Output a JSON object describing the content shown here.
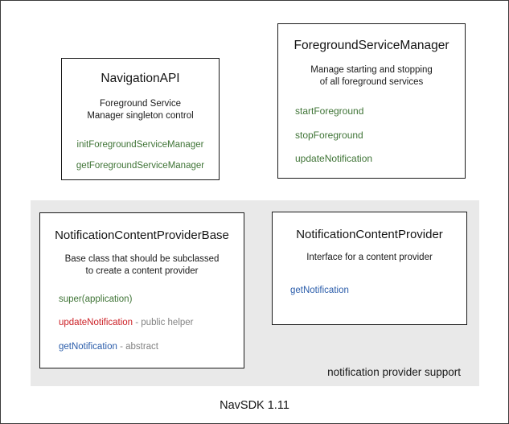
{
  "diagram": {
    "footer_caption": "NavSDK 1.11",
    "group_panel": {
      "label": "notification provider support"
    },
    "boxes": [
      {
        "title": "NavigationAPI",
        "description_line1": "Foreground Service",
        "description_line2": "Manager singleton control",
        "members": [
          {
            "name": "initForegroundServiceManager",
            "note": "",
            "color": "#3f7436"
          },
          {
            "name": "getForegroundServiceManager",
            "note": "",
            "color": "#3f7436"
          }
        ]
      },
      {
        "title": "ForegroundServiceManager",
        "description_line1": "Manage starting and stopping",
        "description_line2": "of all foreground services",
        "members": [
          {
            "name": "startForeground",
            "note": "",
            "color": "#3f7436"
          },
          {
            "name": "stopForeground",
            "note": "",
            "color": "#3f7436"
          },
          {
            "name": "updateNotification",
            "note": "",
            "color": "#3f7436"
          }
        ]
      },
      {
        "title": "NotificationContentProviderBase",
        "description_line1": "Base class that should be subclassed",
        "description_line2": "to create a content provider",
        "members": [
          {
            "name": "super(application)",
            "note": "",
            "color": "#3f7436"
          },
          {
            "name": "updateNotification",
            "note": " - public helper",
            "color": "#cc2026"
          },
          {
            "name": "getNotification",
            "note": " - abstract",
            "color": "#2a5caa"
          }
        ]
      },
      {
        "title": "NotificationContentProvider",
        "description_line1": "Interface for a content provider",
        "description_line2": "",
        "members": [
          {
            "name": "getNotification",
            "note": "",
            "color": "#2a5caa"
          }
        ]
      }
    ]
  },
  "colors": {
    "green": "#3f7436",
    "red": "#cc2026",
    "blue": "#2a5caa",
    "note_gray": "#828282",
    "panel_gray": "#e9e9e9",
    "border": "#1a1a1a"
  }
}
